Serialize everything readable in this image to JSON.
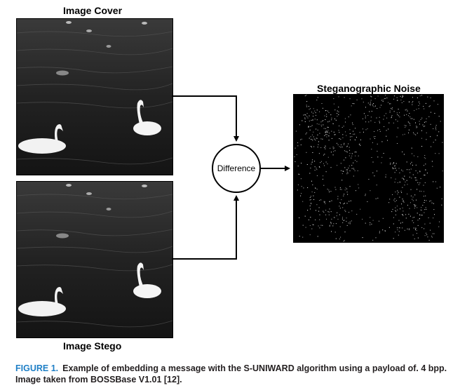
{
  "labels": {
    "cover": "Image Cover",
    "stego": "Image Stego",
    "noise": "Steganographic Noise"
  },
  "diagram": {
    "node_label": "Difference",
    "edges": [
      {
        "from": "Image Cover",
        "to": "Difference"
      },
      {
        "from": "Image Stego",
        "to": "Difference"
      },
      {
        "from": "Difference",
        "to": "Steganographic Noise"
      }
    ]
  },
  "caption": {
    "tag": "FIGURE 1.",
    "text": "Example of embedding a message with the S-UNIWARD algorithm using a payload of. 4 bpp. Image taken from BOSSBase V1.01 [12]."
  },
  "colors": {
    "caption_tag": "#1e7fc6",
    "photo_bg": "#1b1b1b",
    "noise_bg": "#000000"
  }
}
